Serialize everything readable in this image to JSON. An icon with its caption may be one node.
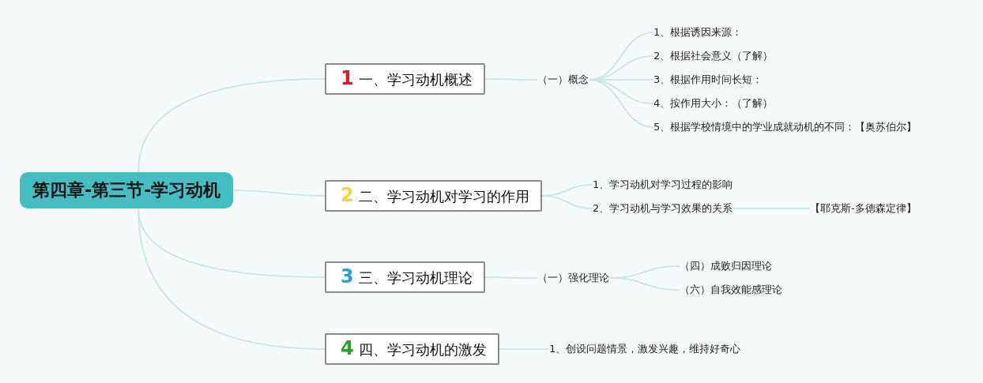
{
  "diagram": {
    "nodes": [
      {
        "text": [
          "第四章-第三节-学习动机"
        ]
      },
      {
        "text": [
          "1",
          "一、学习动机概述"
        ]
      },
      {
        "text": [
          "（一）概念"
        ]
      },
      {
        "text": [
          "1、根据诱因来源："
        ]
      },
      {
        "text": [
          "2、根据社会意义（了解）"
        ]
      },
      {
        "text": [
          "3、根据作用时间长短："
        ]
      },
      {
        "text": [
          "4、按作用大小：（了解）"
        ]
      },
      {
        "text": [
          "5、根据学校情境中的学业成就动机的不同：【奥苏伯尔】"
        ]
      },
      {
        "text": [
          "2",
          "二、学习动机对学习的作用"
        ]
      },
      {
        "text": [
          "1、学习动机对学习过程的影响"
        ]
      },
      {
        "text": [
          "2、学习动机与学习效果的关系"
        ]
      },
      {
        "text": [
          "【耶克斯-多德森定律】"
        ]
      },
      {
        "text": [
          "3",
          "三、学习动机理论"
        ]
      },
      {
        "text": [
          "（一）强化理论"
        ]
      },
      {
        "text": [
          "（四）成败归因理论"
        ]
      },
      {
        "text": [
          "（六）自我效能感理论"
        ]
      },
      {
        "text": [
          "4",
          "四、学习动机的激发"
        ]
      },
      {
        "text": [
          "1、创设问题情景，激发兴趣，维持好奇心"
        ]
      }
    ],
    "edges": [
      {
        "from": 0,
        "to": 1,
        "arrow": "none"
      },
      {
        "from": 1,
        "to": 2,
        "arrow": "none"
      },
      {
        "from": 2,
        "to": 3,
        "arrow": "none"
      },
      {
        "from": 2,
        "to": 4,
        "arrow": "none"
      },
      {
        "from": 2,
        "to": 5,
        "arrow": "none"
      },
      {
        "from": 2,
        "to": 6,
        "arrow": "none"
      },
      {
        "from": 2,
        "to": 7,
        "arrow": "none"
      },
      {
        "from": 0,
        "to": 8,
        "arrow": "none"
      },
      {
        "from": 8,
        "to": 9,
        "arrow": "none"
      },
      {
        "from": 8,
        "to": 10,
        "arrow": "none"
      },
      {
        "from": 10,
        "to": 11,
        "arrow": "none"
      },
      {
        "from": 0,
        "to": 12,
        "arrow": "none"
      },
      {
        "from": 12,
        "to": 13,
        "arrow": "none"
      },
      {
        "from": 13,
        "to": 14,
        "arrow": "none"
      },
      {
        "from": 13,
        "to": 15,
        "arrow": "none"
      },
      {
        "from": 0,
        "to": 16,
        "arrow": "none"
      },
      {
        "from": 16,
        "to": 17,
        "arrow": "none"
      }
    ]
  }
}
